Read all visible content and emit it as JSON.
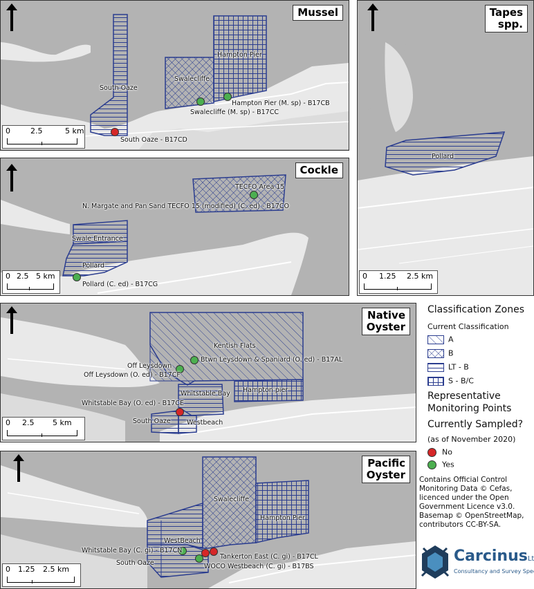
{
  "panels": {
    "mussel": {
      "title": "Mussel",
      "scale": [
        "0",
        "2.5",
        "5 km"
      ],
      "zones": [
        "South Oaze",
        "Swalecliffe",
        "Hampton Pier"
      ],
      "points": [
        {
          "label": "South Oaze - B17CD",
          "status": "no"
        },
        {
          "label": "Swalecliffe (M. sp) - B17CC",
          "status": "yes"
        },
        {
          "label": "Hampton Pier (M. sp) - B17CB",
          "status": "yes"
        }
      ]
    },
    "tapes": {
      "title_line1": "Tapes",
      "title_line2": "spp.",
      "scale": [
        "0",
        "1.25",
        "2.5 km"
      ],
      "zones": [
        "Pollard"
      ]
    },
    "cockle": {
      "title": "Cockle",
      "scale": [
        "0",
        "2.5",
        "5 km"
      ],
      "zones": [
        "TECFO Area 15",
        "Swale Entrance",
        "Pollard"
      ],
      "points": [
        {
          "label": "N. Margate and Pan Sand TECFO 15 (modified) (C. ed) - B17CO",
          "status": "yes"
        },
        {
          "label": "Pollard (C. ed) - B17CG",
          "status": "yes"
        }
      ]
    },
    "native": {
      "title_line1": "Native",
      "title_line2": "Oyster",
      "scale": [
        "0",
        "2.5",
        "5 km"
      ],
      "zones": [
        "Kentish Flats",
        "Off Leysdown",
        "Whitstable Bay",
        "Hampton pier",
        "South Oaze",
        "Westbeach"
      ],
      "points": [
        {
          "label": "Btwn Leysdown & Spaniard (O. ed) - B17AL",
          "status": "yes"
        },
        {
          "label": "Off Leysdown (O. ed) - B17CF",
          "status": "yes"
        },
        {
          "label": "Whitstable Bay (O. ed) - B17CE",
          "status": "no"
        }
      ]
    },
    "pacific": {
      "title_line1": "Pacific",
      "title_line2": "Oyster",
      "scale": [
        "0",
        "1.25",
        "2.5 km"
      ],
      "zones": [
        "Swalecliffe",
        "Hampton Pier",
        "WestBeach",
        "South Oaze"
      ],
      "points": [
        {
          "label": "Whitstable Bay (C. gi) - B17CN",
          "status": "yes"
        },
        {
          "label": "Tankerton East (C. gi) - B17CL",
          "status": "no"
        },
        {
          "label": "WOCO Westbeach (C. gi) - B17BS",
          "status": "yes"
        }
      ]
    }
  },
  "legend": {
    "title": "Classification Zones",
    "subtitle": "Current Classification",
    "classes": [
      {
        "label": "A",
        "pattern": "diag"
      },
      {
        "label": "B",
        "pattern": "cross"
      },
      {
        "label": "LT - B",
        "pattern": "horiz"
      },
      {
        "label": "S - B/C",
        "pattern": "grid"
      }
    ],
    "monitoring_line1": "Representative",
    "monitoring_line2": "Monitoring Points",
    "sampled_q": "Currently Sampled?",
    "as_of": "(as of November 2020)",
    "no_label": "No",
    "yes_label": "Yes",
    "credits": "Contains Official Control Monitoring Data © Cefas, licenced under the Open Government Licence v3.0. Basemap © OpenStreetMap, contributors CC-BY-SA."
  },
  "logo": {
    "name": "Carcinus",
    "suffix": "Ltd",
    "tagline": "Consultancy and Survey Specialists"
  },
  "colors": {
    "zone_stroke": "#2b3d8f",
    "no_point": "#d62728",
    "yes_point": "#4caf50",
    "sea": "#b3b3b3",
    "land": "#e9e9e9"
  }
}
